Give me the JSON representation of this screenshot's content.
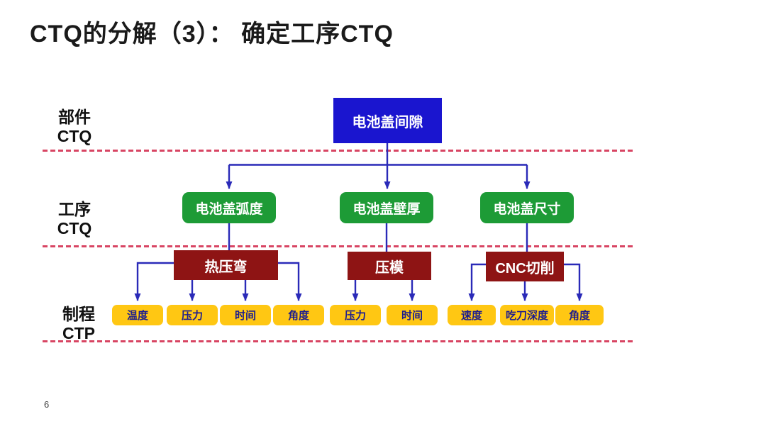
{
  "slide": {
    "title": "CTQ的分解（3）： 确定工序CTQ",
    "page_number": "6"
  },
  "row_labels": [
    {
      "line1": "部件",
      "line2": "CTQ"
    },
    {
      "line1": "工序",
      "line2": "CTQ"
    },
    {
      "line1": "制程",
      "line2": "CTP"
    }
  ],
  "diagram": {
    "root": {
      "label": "电池盖间隙"
    },
    "process_ctq": [
      {
        "label": "电池盖弧度"
      },
      {
        "label": "电池盖壁厚"
      },
      {
        "label": "电池盖尺寸"
      }
    ],
    "operations": [
      {
        "label": "热压弯"
      },
      {
        "label": "压模"
      },
      {
        "label": "CNC切削"
      }
    ],
    "ctp": {
      "group1": [
        "温度",
        "压力",
        "时间",
        "角度"
      ],
      "group2": [
        "压力",
        "时间"
      ],
      "group3": [
        "速度",
        "吃刀深度",
        "角度"
      ]
    }
  },
  "colors": {
    "title_text": "#1a1a1a",
    "root_box": "#1a15cf",
    "process_box": "#1d9b36",
    "operation_box": "#8e1414",
    "ctp_box": "#ffc713",
    "ctp_text": "#1d1d8f",
    "connector": "#2a2ab8",
    "divider": "#d84563"
  }
}
